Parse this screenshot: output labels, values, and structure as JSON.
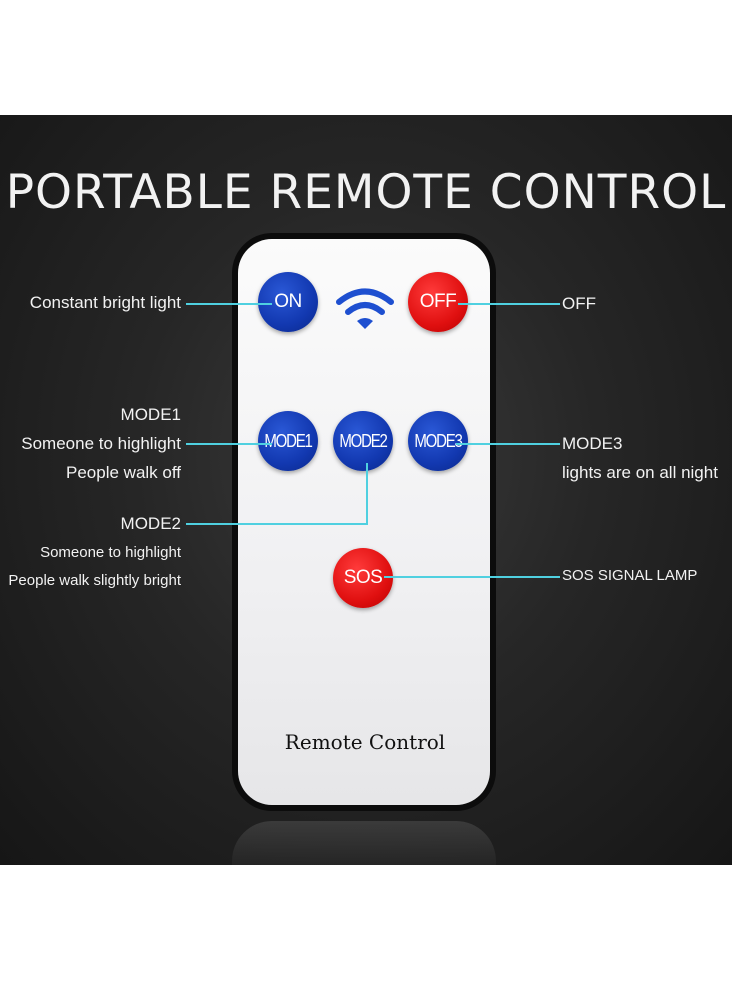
{
  "title": "PORTABLE REMOTE CONTROL",
  "remote": {
    "buttons": {
      "on": "ON",
      "off": "OFF",
      "mode1": "MODE1",
      "mode2": "MODE2",
      "mode3": "MODE3",
      "sos": "SOS"
    },
    "label": "Remote Control",
    "signal_icon": "wifi-icon"
  },
  "callouts": {
    "on": "Constant bright light",
    "off": "OFF",
    "mode1": [
      "MODE1",
      "Someone to highlight",
      "People walk off"
    ],
    "mode2": [
      "MODE2",
      "Someone to highlight",
      "People walk slightly bright"
    ],
    "mode3": [
      "MODE3",
      "lights are on all night"
    ],
    "sos": "SOS SIGNAL LAMP"
  },
  "colors": {
    "background": "#1f1f1f",
    "button_blue": "#1238b0",
    "button_red": "#e01010",
    "leader_line": "#4fd0e0",
    "text": "#f2f2f2"
  }
}
